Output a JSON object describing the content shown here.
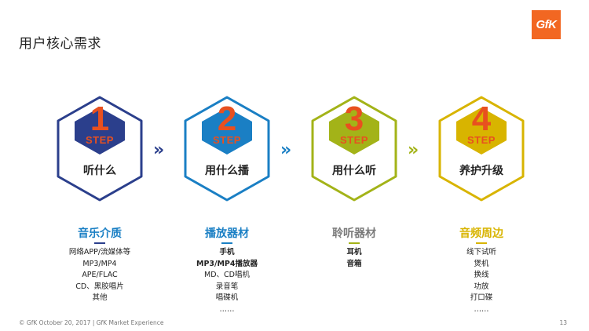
{
  "title": "用户核心需求",
  "logo": "GfK",
  "colors": {
    "navy": "#2b3f8c",
    "blue": "#1a7fc4",
    "lime": "#a3b318",
    "gold": "#d8b400",
    "orange": "#e8501f",
    "gray": "#7a7a7a"
  },
  "steps": [
    {
      "number": "1",
      "step": "STEP",
      "label": "听什么"
    },
    {
      "number": "2",
      "step": "STEP",
      "label": "用什么播"
    },
    {
      "number": "3",
      "step": "STEP",
      "label": "用什么听"
    },
    {
      "number": "4",
      "step": "STEP",
      "label": "养护升级"
    }
  ],
  "arrows": [
    "»",
    "»",
    "»"
  ],
  "columns": [
    {
      "title": "音乐介质",
      "items": [
        "网络APP/流媒体等",
        "MP3/MP4",
        "APE/FLAC",
        "CD、黑胶唱片",
        "其他"
      ]
    },
    {
      "title": "播放器材",
      "items": [
        "手机",
        "MP3/MP4播放器",
        "MD、CD唱机",
        "录音笔",
        "唱碟机",
        "……"
      ]
    },
    {
      "title": "聆听器材",
      "items": [
        "耳机",
        "音箱"
      ]
    },
    {
      "title": "音频周边",
      "items": [
        "线下试听",
        "煲机",
        "换线",
        "功放",
        "打口碟",
        "……"
      ]
    }
  ],
  "footer": "© GfK October 20, 2017 | GfK Market Experience",
  "page_number": "13"
}
